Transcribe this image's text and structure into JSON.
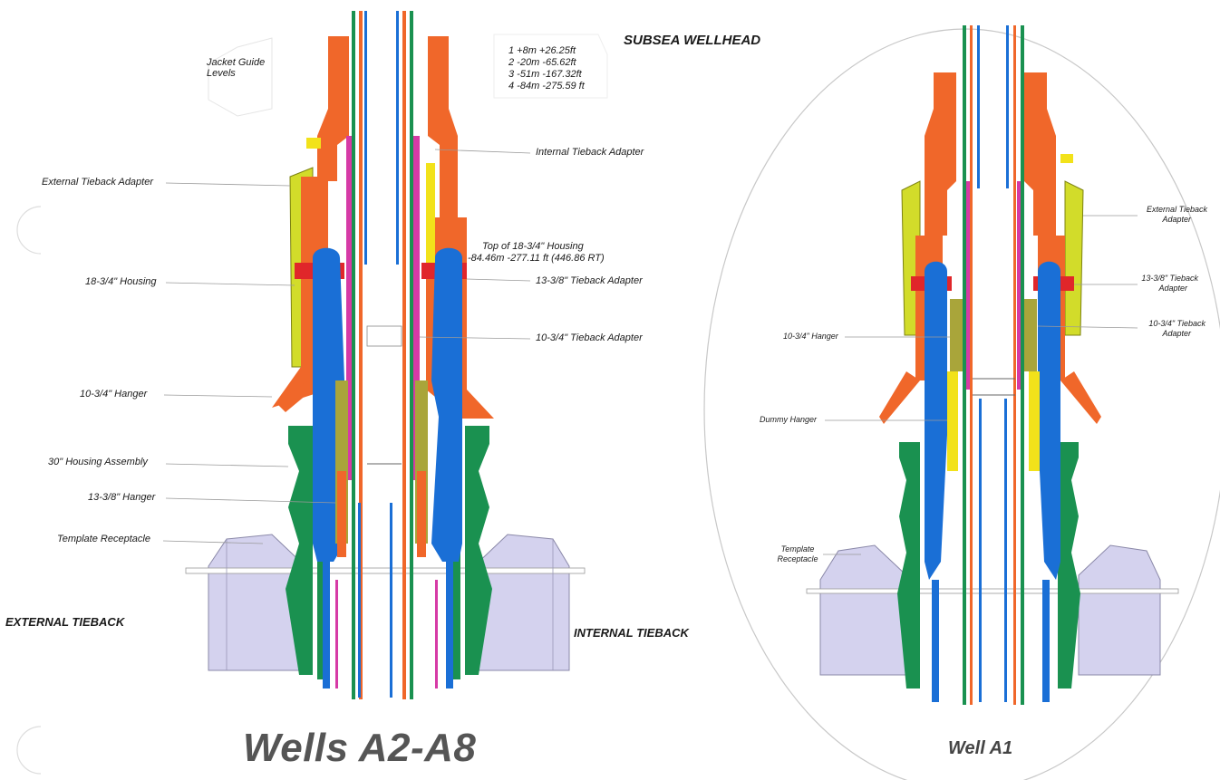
{
  "header": {
    "title": "SUBSEA WELLHEAD"
  },
  "jacket": {
    "label_line1": "Jacket Guide",
    "label_line2": "Levels"
  },
  "levels": [
    "1 +8m   +26.25ft",
    "2 -20m -65.62ft",
    "3 -51m -167.32ft",
    "4 -84m -275.59 ft"
  ],
  "left_callouts": {
    "external_tieback_adapter": "External Tieback Adapter",
    "housing_18_3_4": "18-3/4\" Housing",
    "hanger_10_3_4": "10-3/4\" Hanger",
    "housing_30": "30\" Housing Assembly",
    "hanger_13_3_8": "13-3/8\" Hanger",
    "template_receptacle": "Template Receptacle"
  },
  "mid_callouts": {
    "internal_tieback_adapter": "Internal Tieback Adapter",
    "top_housing_line1": "Top of 18-3/4\" Housing",
    "top_housing_line2": "-84.46m -277.11 ft (446.86 RT)",
    "tieback_13_3_8": "13-3/8\" Tieback Adapter",
    "tieback_10_3_4": "10-3/4\" Tieback Adapter"
  },
  "right_callouts": {
    "ext_tieback_line1": "External Tieback",
    "ext_tieback_line2": "Adapter",
    "tb1338_line1": "13-3/8\" Tieback",
    "tb1338_line2": "Adapter",
    "tb1034_line1": "10-3/4\" Tieback",
    "tb1034_line2": "Adapter",
    "hanger_10_3_4": "10-3/4\" Hanger",
    "dummy_hanger": "Dummy Hanger",
    "template_line1": "Template",
    "template_line2": "Receptacle"
  },
  "side_labels": {
    "external": "EXTERNAL TIEBACK",
    "internal": "INTERNAL TIEBACK"
  },
  "titles": {
    "left": "Wells A2-A8",
    "right": "Well A1"
  },
  "colors": {
    "orange": "#f0672a",
    "blue": "#1a6fd6",
    "magenta": "#d63aa6",
    "yellow_green": "#d2dc2a",
    "green": "#1a9150",
    "yellow": "#f2e21a",
    "red": "#e0262a",
    "lavender": "#d4d2ee",
    "olive": "#a9a53a"
  }
}
